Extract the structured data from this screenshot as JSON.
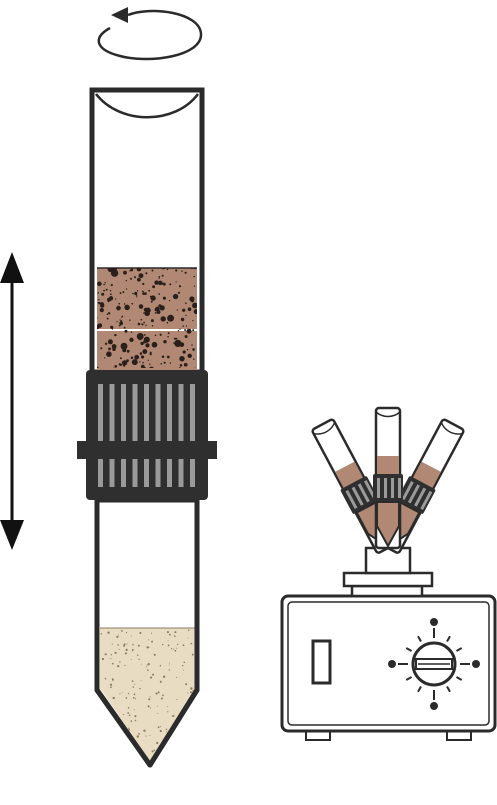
{
  "colors": {
    "outline": "#2b2b2b",
    "soil": "#b08873",
    "soil_speck": "#2a1f1a",
    "filtrate": "#e8dcc2",
    "filtrate_speck": "#8c7c62",
    "cap_dark": "#2f2f2f",
    "cap_stripe": "#9a9a9a",
    "background": "#ffffff"
  },
  "icons": {
    "rotation": "rotate-arrow-icon",
    "vertical_motion": "double-headed-arrow-icon",
    "speed_dial": "dial-knob-icon"
  },
  "scene": {
    "tube": "centrifuge-tube",
    "device": "vortex-mixer",
    "mixer_tubes_count": 3
  }
}
